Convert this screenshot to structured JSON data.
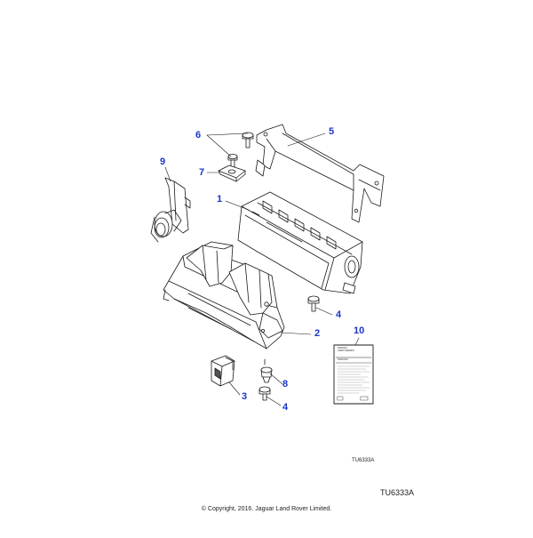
{
  "callouts": {
    "c1": "1",
    "c2": "2",
    "c3": "3",
    "c4a": "4",
    "c4b": "4",
    "c5": "5",
    "c6": "6",
    "c7": "7",
    "c8": "8",
    "c9": "9",
    "c10": "10"
  },
  "warning_label": {
    "line1": "WARNING",
    "line2": "AVERTISSEMENT",
    "line3": "WARNUNG"
  },
  "illustration_code_small": "TU6333A",
  "illustration_code": "TU6333A",
  "copyright": "© Copyright, 2016. Jaguar Land Rover Limited.",
  "colors": {
    "callout": "#1a35c9",
    "line": "#1a1a1a"
  }
}
